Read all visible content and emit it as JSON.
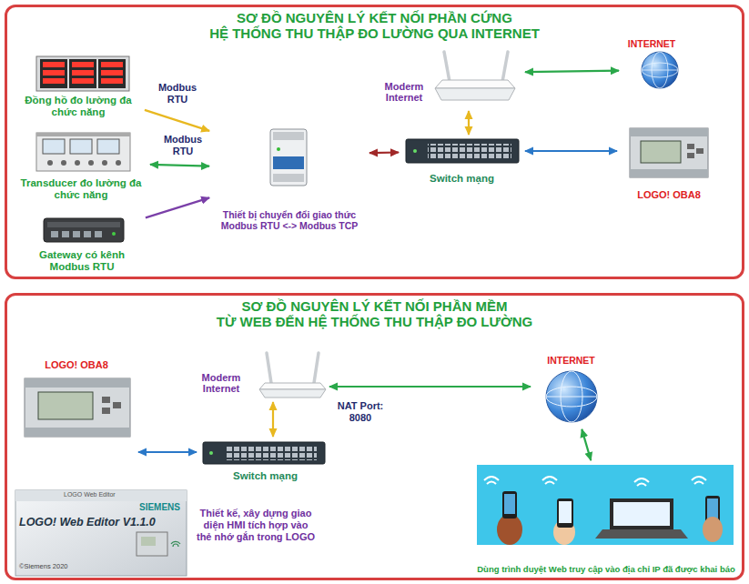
{
  "diagram": {
    "nodes": [
      {
        "text": [
          "SƠ ĐỒ NGUYÊN LÝ KẾT NỐI PHẦN CỨNG",
          "HỆ THỐNG THU THẬP ĐO LƯỜNG QUA INTERNET"
        ]
      },
      {
        "text": [
          "Đồng hồ đo lường đa chức năng"
        ],
        "in": 0
      },
      {
        "text": [
          "Transducer đo lường đa chức năng"
        ],
        "in": 0
      },
      {
        "text": [
          "Gateway có kênh Modbus RTU"
        ],
        "in": 0
      },
      {
        "text": [
          "Thiết bị chuyển đổi giao thức Modbus RTU <-> Modbus TCP"
        ],
        "in": 0
      },
      {
        "text": [
          "Switch mạng"
        ],
        "in": 0
      },
      {
        "text": [
          "Moderm Internet"
        ],
        "in": 0
      },
      {
        "text": [
          "INTERNET"
        ],
        "in": 0
      },
      {
        "text": [
          "LOGO! OBA8"
        ],
        "in": 0
      },
      {
        "text": [
          "SƠ ĐỒ NGUYÊN LÝ KẾT NỐI PHẦN MỀM",
          "TỪ WEB ĐẾN HỆ THỐNG THU THẬP ĐO LƯỜNG"
        ]
      },
      {
        "text": [
          "Moderm Internet"
        ],
        "in": 9
      },
      {
        "text": [
          "INTERNET"
        ],
        "in": 9
      },
      {
        "text": [
          "LOGO! OBA8"
        ],
        "in": 9
      },
      {
        "text": [
          "Switch mạng"
        ],
        "in": 9
      },
      {
        "text": [
          "LOGO Web Editor",
          "SIEMENS",
          "LOGO! Web Editor V1.1.0",
          "©Siemens 2020"
        ],
        "in": 9
      },
      {
        "text": [
          "Dùng trình duyệt Web truy cập vào địa chỉ IP đã được khai báo"
        ],
        "in": 9
      }
    ],
    "edges": [
      {
        "from": 1,
        "to": 4,
        "label": "Modbus RTU",
        "arrow": "to"
      },
      {
        "from": 2,
        "to": 4,
        "label": "Modbus RTU",
        "arrow": "both"
      },
      {
        "from": 3,
        "to": 4,
        "arrow": "to"
      },
      {
        "from": 4,
        "to": 5,
        "arrow": "both"
      },
      {
        "from": 6,
        "to": 5,
        "arrow": "both"
      },
      {
        "from": 6,
        "to": 7,
        "arrow": "both"
      },
      {
        "from": 5,
        "to": 8,
        "arrow": "both"
      },
      {
        "from": 10,
        "to": 13,
        "arrow": "both"
      },
      {
        "from": 12,
        "to": 13,
        "arrow": "both"
      },
      {
        "from": 10,
        "to": 11,
        "label": "NAT Port: 8080",
        "arrow": "both"
      },
      {
        "from": 11,
        "to": 15,
        "arrow": "both"
      }
    ],
    "labels": [
      "Thiết kế, xây dựng giao diện HMI tích hợp vào thẻ nhớ gắn trong LOGO"
    ]
  }
}
